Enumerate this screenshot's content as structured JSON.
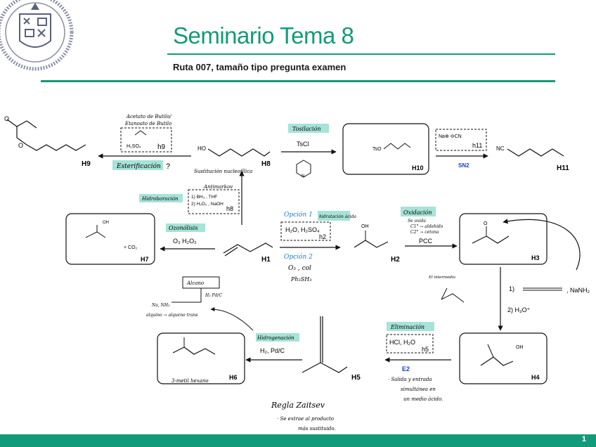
{
  "header": {
    "title": "Seminario Tema 8",
    "subtitle": "Ruta 007, tamaño tipo pregunta examen"
  },
  "footer": {
    "page_number": "1"
  },
  "compounds": {
    "H1": "H1",
    "H2": "H2",
    "H3": "H3",
    "H4": "H4",
    "H5": "H5",
    "H6": "H6",
    "H7": "H7",
    "H8": "H8",
    "H9": "H9",
    "H10": "H10",
    "H11": "H11"
  },
  "reagents": {
    "h2_box": "H₂O, H₂SO₄",
    "h2_tag": "h2",
    "o3_line": "O₃   H₂O₂",
    "o3_alt": "O₃ , col",
    "o3_alt2": "Ph₃SH₃",
    "pcc": "PCC",
    "tscl": "TsCl",
    "h11_box_1": "Na⊕ ⊖CN",
    "h11_box_2": "h11",
    "hydrob_tag": "h8",
    "hydrob_1": "1) BH₃ , THF",
    "hydrob_2": "2) H₂O₂ , NaOH",
    "h9_tag": "h9",
    "h9_reagent": "H₂SO₄",
    "h4_step1": "1)",
    "h4_nanh2": ", NaNH₂",
    "h4_step2": "2) H₃O⁺",
    "h5_box": "HCl, H₂O",
    "h5_tag": "h5",
    "h6_reagent": "H₂, Pd/C",
    "plus_co2": "+ CO₂",
    "h7_oh": "OH",
    "h2_oh": "OH",
    "h4_oh": "OH",
    "h10_label": "TsO",
    "h11_label": "NC",
    "h8_label": "HO",
    "lindlar": "H₂, Pd/C",
    "alkane_box": "Alcano"
  },
  "labels": {
    "tosylation": "Tosilación",
    "ozonolysis": "Ozonólisis",
    "hydroboration": "Hidroboración",
    "esterification": "Esterificación",
    "option1": "Opción 1",
    "option2": "Opción 2",
    "hydration": "hidratación ácida",
    "oxidation": "Oxidación",
    "elimination": "Eliminación",
    "hydrogenation": "Hidrogenación",
    "e2": "E2",
    "sn2": "SN2",
    "zaitsev": "Regla Zaitsev",
    "zaitsev_note_1": "· Se extrae al producto",
    "zaitsev_note_2": "más sustituido.",
    "e2_note_1": "· Salida y entrada",
    "e2_note_2": "simultánea en",
    "e2_note_3": "un medio ácido.",
    "ester_note_1": "Acetato de Butilo/",
    "ester_note_2": "Etanoato de Butilo",
    "markov_note": "Antimarkov",
    "markov_sub": "Sustitución nucleofílica",
    "ox_note_1": "Se oxida",
    "ox_note_2": "C1° → aldehído",
    "ox_note_3": "C2° → cetona",
    "h6_name": "3-metil hexano",
    "alkane_note_1": "Na, NH₃",
    "alkane_note_2": "alquino → alqueno trans",
    "alkane_note_3": "H₂ Pd/C",
    "intermediate_note": "El intermedio"
  }
}
